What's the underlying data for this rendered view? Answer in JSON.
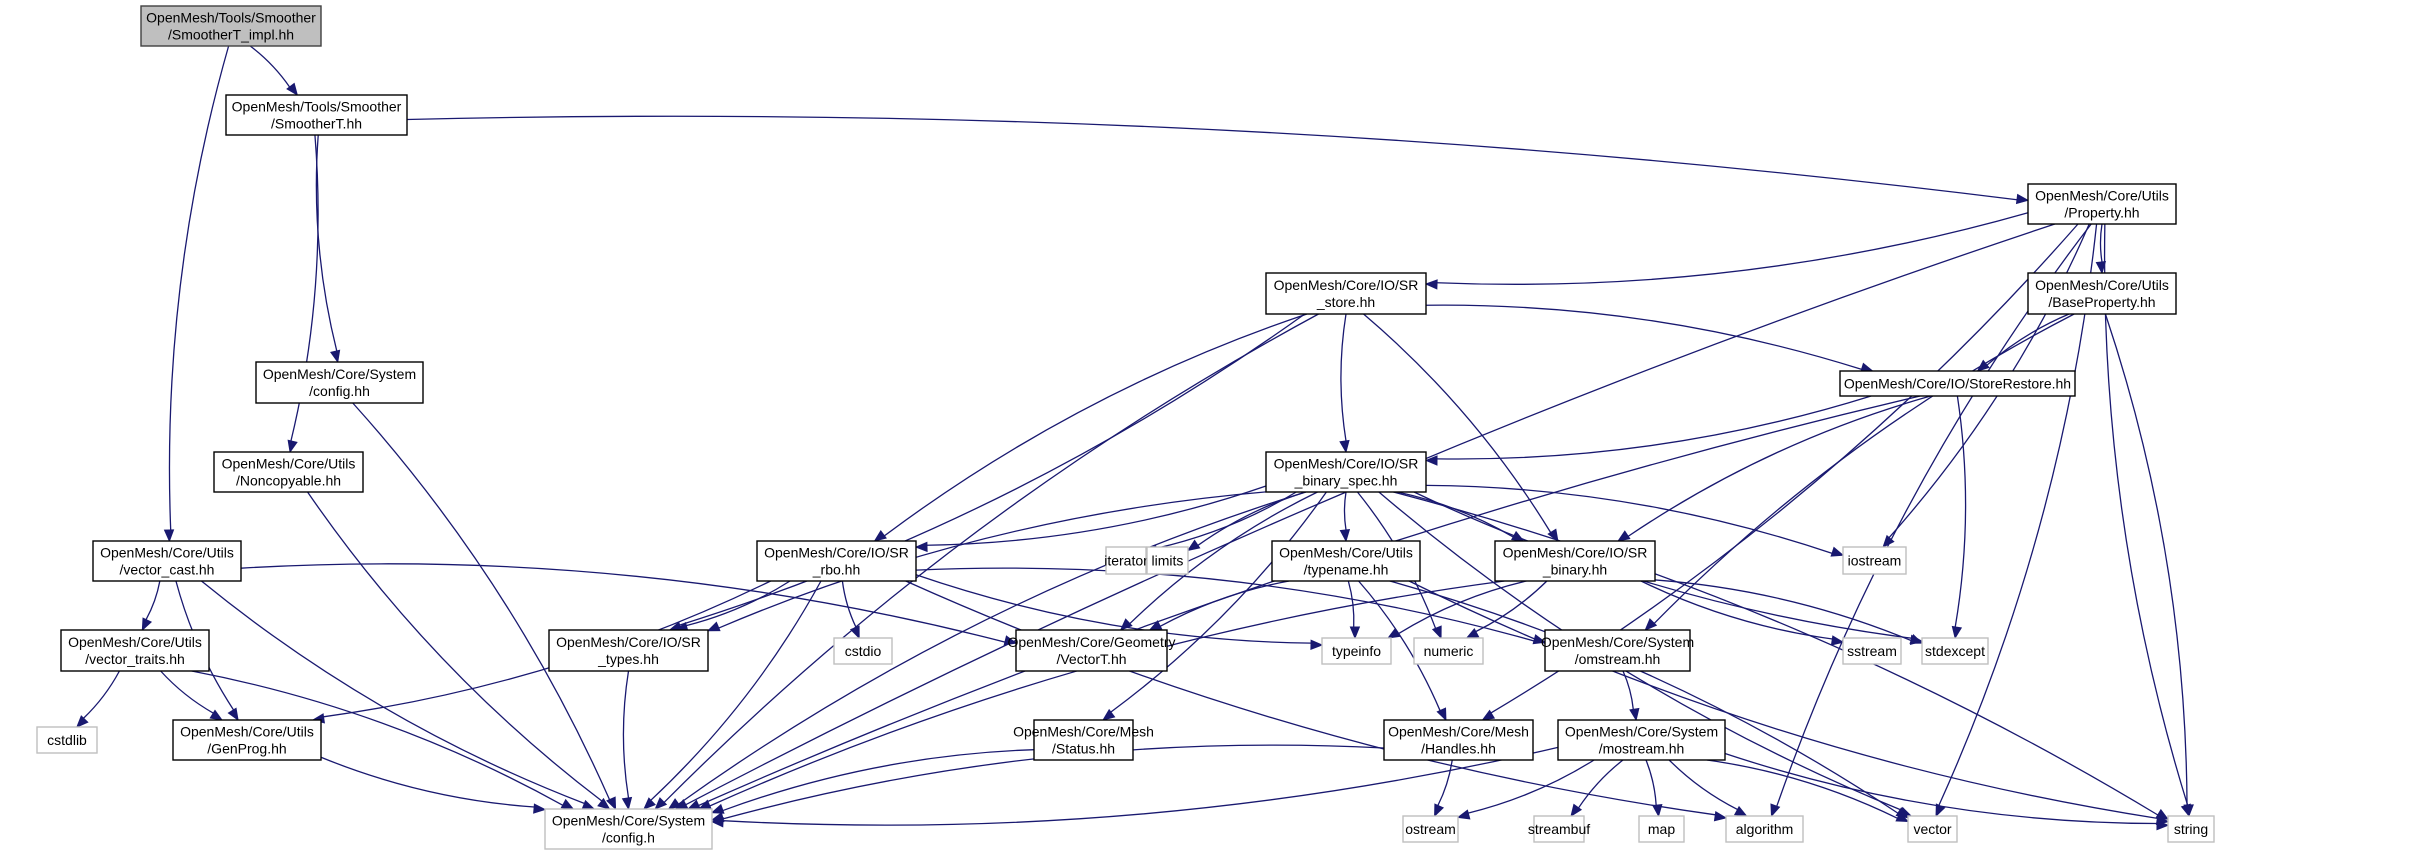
{
  "diagram": {
    "title": "Include dependency graph for OpenMesh/Tools/Smoother/SmootherT_impl.hh",
    "edge_color": "#191970",
    "root_fill": "#bfbfbf",
    "external_border": "#bfbfbf",
    "nodes": [
      {
        "id": "smoother_impl",
        "lines": [
          "OpenMesh/Tools/Smoother",
          "/SmootherT_impl.hh"
        ],
        "kind": "root"
      },
      {
        "id": "smoother",
        "lines": [
          "OpenMesh/Tools/Smoother",
          "/SmootherT.hh"
        ],
        "kind": "internal"
      },
      {
        "id": "property",
        "lines": [
          "OpenMesh/Core/Utils",
          "/Property.hh"
        ],
        "kind": "internal"
      },
      {
        "id": "sr_store",
        "lines": [
          "OpenMesh/Core/IO/SR",
          "_store.hh"
        ],
        "kind": "internal"
      },
      {
        "id": "baseproperty",
        "lines": [
          "OpenMesh/Core/Utils",
          "/BaseProperty.hh"
        ],
        "kind": "internal"
      },
      {
        "id": "config_hh",
        "lines": [
          "OpenMesh/Core/System",
          "/config.hh"
        ],
        "kind": "internal"
      },
      {
        "id": "storerestore",
        "lines": [
          "OpenMesh/Core/IO/StoreRestore.hh"
        ],
        "kind": "internal"
      },
      {
        "id": "noncopyable",
        "lines": [
          "OpenMesh/Core/Utils",
          "/Noncopyable.hh"
        ],
        "kind": "internal"
      },
      {
        "id": "sr_binary_spec",
        "lines": [
          "OpenMesh/Core/IO/SR",
          "_binary_spec.hh"
        ],
        "kind": "internal"
      },
      {
        "id": "vector_cast",
        "lines": [
          "OpenMesh/Core/Utils",
          "/vector_cast.hh"
        ],
        "kind": "internal"
      },
      {
        "id": "sr_rbo",
        "lines": [
          "OpenMesh/Core/IO/SR",
          "_rbo.hh"
        ],
        "kind": "internal"
      },
      {
        "id": "iterator",
        "lines": [
          "iterator"
        ],
        "kind": "external"
      },
      {
        "id": "limits",
        "lines": [
          "limits"
        ],
        "kind": "external"
      },
      {
        "id": "typename",
        "lines": [
          "OpenMesh/Core/Utils",
          "/typename.hh"
        ],
        "kind": "internal"
      },
      {
        "id": "sr_binary",
        "lines": [
          "OpenMesh/Core/IO/SR",
          "_binary.hh"
        ],
        "kind": "internal"
      },
      {
        "id": "iostream",
        "lines": [
          "iostream"
        ],
        "kind": "external"
      },
      {
        "id": "vector_traits",
        "lines": [
          "OpenMesh/Core/Utils",
          "/vector_traits.hh"
        ],
        "kind": "internal"
      },
      {
        "id": "sr_types",
        "lines": [
          "OpenMesh/Core/IO/SR",
          "_types.hh"
        ],
        "kind": "internal"
      },
      {
        "id": "cstdio",
        "lines": [
          "cstdio"
        ],
        "kind": "external"
      },
      {
        "id": "vectort",
        "lines": [
          "OpenMesh/Core/Geometry",
          "/VectorT.hh"
        ],
        "kind": "internal"
      },
      {
        "id": "typeinfo",
        "lines": [
          "typeinfo"
        ],
        "kind": "external"
      },
      {
        "id": "numeric",
        "lines": [
          "numeric"
        ],
        "kind": "external"
      },
      {
        "id": "omstream",
        "lines": [
          "OpenMesh/Core/System",
          "/omstream.hh"
        ],
        "kind": "internal"
      },
      {
        "id": "sstream",
        "lines": [
          "sstream"
        ],
        "kind": "external"
      },
      {
        "id": "stdexcept",
        "lines": [
          "stdexcept"
        ],
        "kind": "external"
      },
      {
        "id": "cstdlib",
        "lines": [
          "cstdlib"
        ],
        "kind": "external"
      },
      {
        "id": "genprog",
        "lines": [
          "OpenMesh/Core/Utils",
          "/GenProg.hh"
        ],
        "kind": "internal"
      },
      {
        "id": "status",
        "lines": [
          "OpenMesh/Core/Mesh",
          "/Status.hh"
        ],
        "kind": "internal"
      },
      {
        "id": "handles",
        "lines": [
          "OpenMesh/Core/Mesh",
          "/Handles.hh"
        ],
        "kind": "internal"
      },
      {
        "id": "mostream",
        "lines": [
          "OpenMesh/Core/System",
          "/mostream.hh"
        ],
        "kind": "internal"
      },
      {
        "id": "config_h",
        "lines": [
          "OpenMesh/Core/System",
          "/config.h"
        ],
        "kind": "external"
      },
      {
        "id": "ostream",
        "lines": [
          "ostream"
        ],
        "kind": "external"
      },
      {
        "id": "streambuf",
        "lines": [
          "streambuf"
        ],
        "kind": "external"
      },
      {
        "id": "map",
        "lines": [
          "map"
        ],
        "kind": "external"
      },
      {
        "id": "algorithm",
        "lines": [
          "algorithm"
        ],
        "kind": "external"
      },
      {
        "id": "vector",
        "lines": [
          "vector"
        ],
        "kind": "external"
      },
      {
        "id": "string",
        "lines": [
          "string"
        ],
        "kind": "external"
      }
    ],
    "edges": [
      [
        "smoother_impl",
        "smoother"
      ],
      [
        "smoother_impl",
        "vector_cast"
      ],
      [
        "smoother",
        "property"
      ],
      [
        "smoother",
        "config_hh"
      ],
      [
        "smoother",
        "noncopyable"
      ],
      [
        "property",
        "baseproperty"
      ],
      [
        "property",
        "sr_store"
      ],
      [
        "property",
        "config_h"
      ],
      [
        "property",
        "iostream"
      ],
      [
        "property",
        "string"
      ],
      [
        "property",
        "vector"
      ],
      [
        "property",
        "algorithm"
      ],
      [
        "property",
        "handles"
      ],
      [
        "baseproperty",
        "storerestore"
      ],
      [
        "baseproperty",
        "string"
      ],
      [
        "baseproperty",
        "omstream"
      ],
      [
        "sr_store",
        "storerestore"
      ],
      [
        "sr_store",
        "sr_binary_spec"
      ],
      [
        "sr_store",
        "sr_binary"
      ],
      [
        "sr_store",
        "sr_rbo"
      ],
      [
        "sr_store",
        "sr_types"
      ],
      [
        "sr_store",
        "config_h"
      ],
      [
        "storerestore",
        "sr_binary_spec"
      ],
      [
        "storerestore",
        "sr_binary"
      ],
      [
        "storerestore",
        "stdexcept"
      ],
      [
        "storerestore",
        "config_h"
      ],
      [
        "config_hh",
        "config_h"
      ],
      [
        "noncopyable",
        "config_h"
      ],
      [
        "sr_binary_spec",
        "sr_rbo"
      ],
      [
        "sr_binary_spec",
        "sr_types"
      ],
      [
        "sr_binary_spec",
        "sr_binary"
      ],
      [
        "sr_binary_spec",
        "typename"
      ],
      [
        "sr_binary_spec",
        "iterator"
      ],
      [
        "sr_binary_spec",
        "limits"
      ],
      [
        "sr_binary_spec",
        "numeric"
      ],
      [
        "sr_binary_spec",
        "vectort"
      ],
      [
        "sr_binary_spec",
        "status"
      ],
      [
        "sr_binary_spec",
        "config_h"
      ],
      [
        "sr_binary_spec",
        "iostream"
      ],
      [
        "sr_binary_spec",
        "stdexcept"
      ],
      [
        "sr_binary_spec",
        "string"
      ],
      [
        "sr_binary_spec",
        "vector"
      ],
      [
        "vector_cast",
        "vector_traits"
      ],
      [
        "vector_cast",
        "genprog"
      ],
      [
        "vector_cast",
        "vectort"
      ],
      [
        "vector_cast",
        "config_h"
      ],
      [
        "vector_traits",
        "cstdlib"
      ],
      [
        "vector_traits",
        "genprog"
      ],
      [
        "vector_traits",
        "config_h"
      ],
      [
        "genprog",
        "config_h"
      ],
      [
        "sr_rbo",
        "sr_types"
      ],
      [
        "sr_rbo",
        "cstdio"
      ],
      [
        "sr_rbo",
        "genprog"
      ],
      [
        "sr_rbo",
        "typeinfo"
      ],
      [
        "sr_rbo",
        "omstream"
      ],
      [
        "sr_rbo",
        "algorithm"
      ],
      [
        "sr_rbo",
        "config_h"
      ],
      [
        "sr_types",
        "config_h"
      ],
      [
        "typename",
        "typeinfo"
      ],
      [
        "typename",
        "vectort"
      ],
      [
        "typename",
        "handles"
      ],
      [
        "typename",
        "string"
      ],
      [
        "typename",
        "vector"
      ],
      [
        "sr_binary",
        "typeinfo"
      ],
      [
        "sr_binary",
        "numeric"
      ],
      [
        "sr_binary",
        "sstream"
      ],
      [
        "sr_binary",
        "stdexcept"
      ],
      [
        "sr_binary",
        "config_h"
      ],
      [
        "omstream",
        "mostream"
      ],
      [
        "status",
        "config_h"
      ],
      [
        "handles",
        "ostream"
      ],
      [
        "handles",
        "config_h"
      ],
      [
        "mostream",
        "ostream"
      ],
      [
        "mostream",
        "streambuf"
      ],
      [
        "mostream",
        "map"
      ],
      [
        "mostream",
        "algorithm"
      ],
      [
        "mostream",
        "vector"
      ],
      [
        "mostream",
        "string"
      ],
      [
        "mostream",
        "config_h"
      ]
    ]
  }
}
